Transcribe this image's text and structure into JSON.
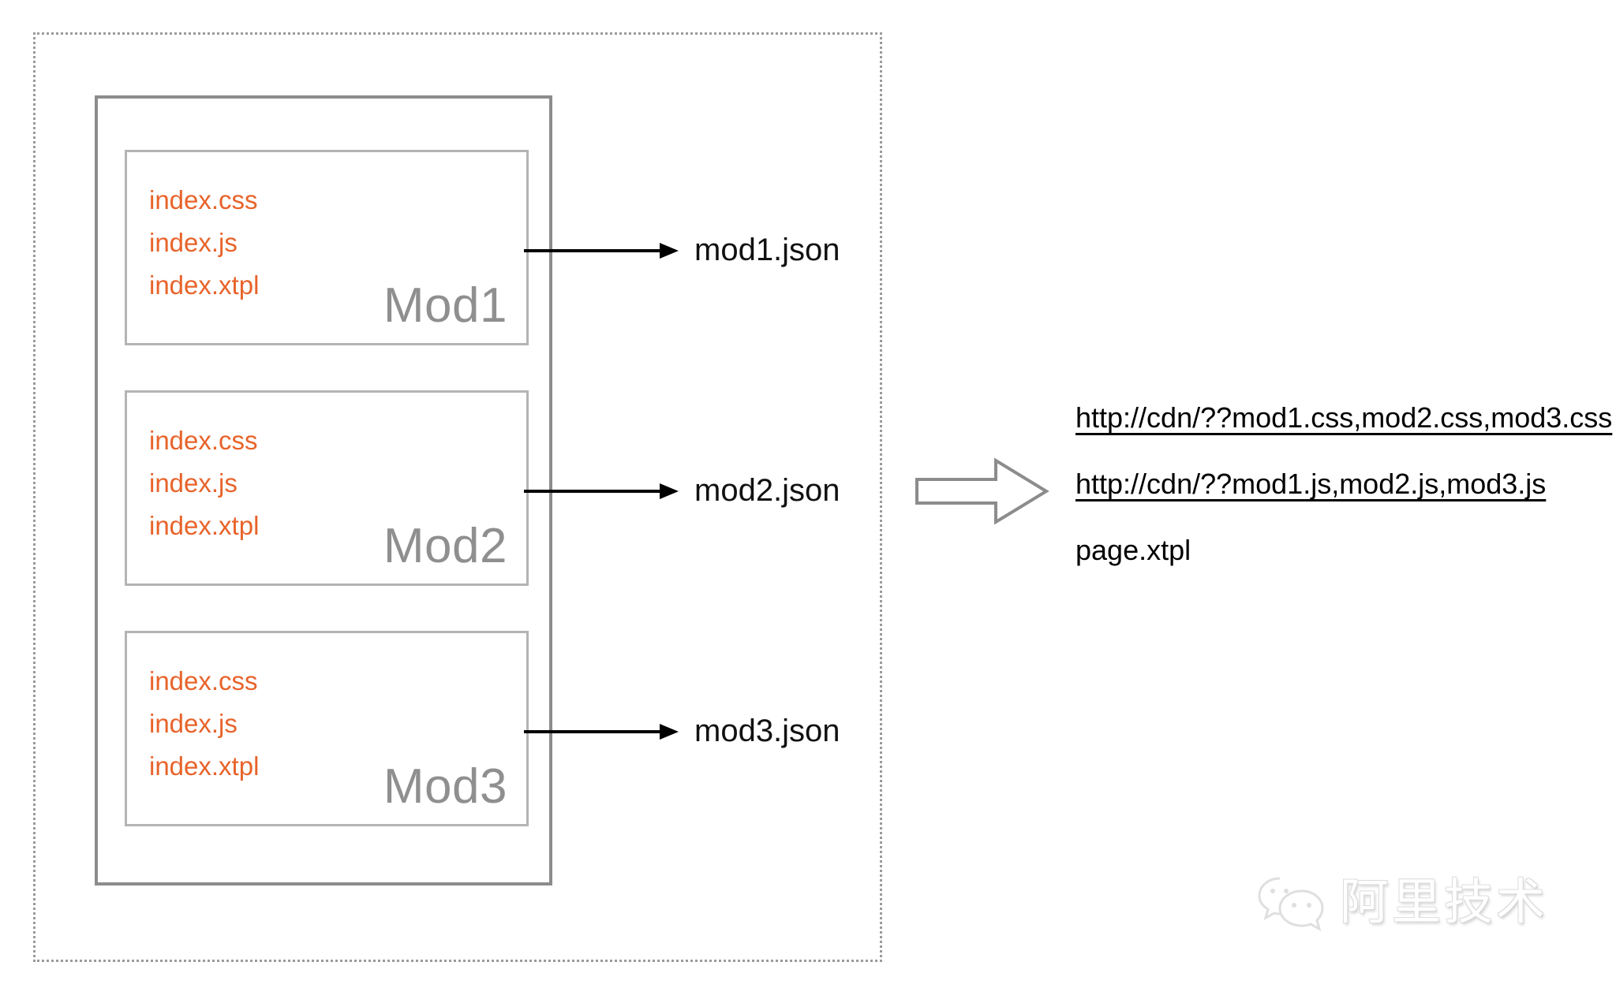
{
  "diagram": {
    "title": "Module build to combined CDN resources",
    "colors": {
      "orange": "#E8632A",
      "module_label_gray": "#8F8F8F",
      "frame_gray": "#8C8C8C",
      "dotted_gray": "#9A9A9A",
      "text_black": "#111111"
    },
    "modules": [
      {
        "name": "Mod1",
        "files": [
          "index.css",
          "index.js",
          "index.xtpl"
        ],
        "output": "mod1.json"
      },
      {
        "name": "Mod2",
        "files": [
          "index.css",
          "index.js",
          "index.xtpl"
        ],
        "output": "mod2.json"
      },
      {
        "name": "Mod3",
        "files": [
          "index.css",
          "index.js",
          "index.xtpl"
        ],
        "output": "mod3.json"
      }
    ],
    "transform_arrow": "block-arrow-right",
    "outputs": [
      {
        "text": "http://cdn/??mod1.css,mod2.css,mod3.css",
        "underlined": true
      },
      {
        "text": "http://cdn/??mod1.js,mod2.js,mod3.js",
        "underlined": true
      },
      {
        "text": "page.xtpl",
        "underlined": false
      }
    ],
    "watermark": {
      "icon": "wechat-icon",
      "text": "阿里技术"
    }
  }
}
